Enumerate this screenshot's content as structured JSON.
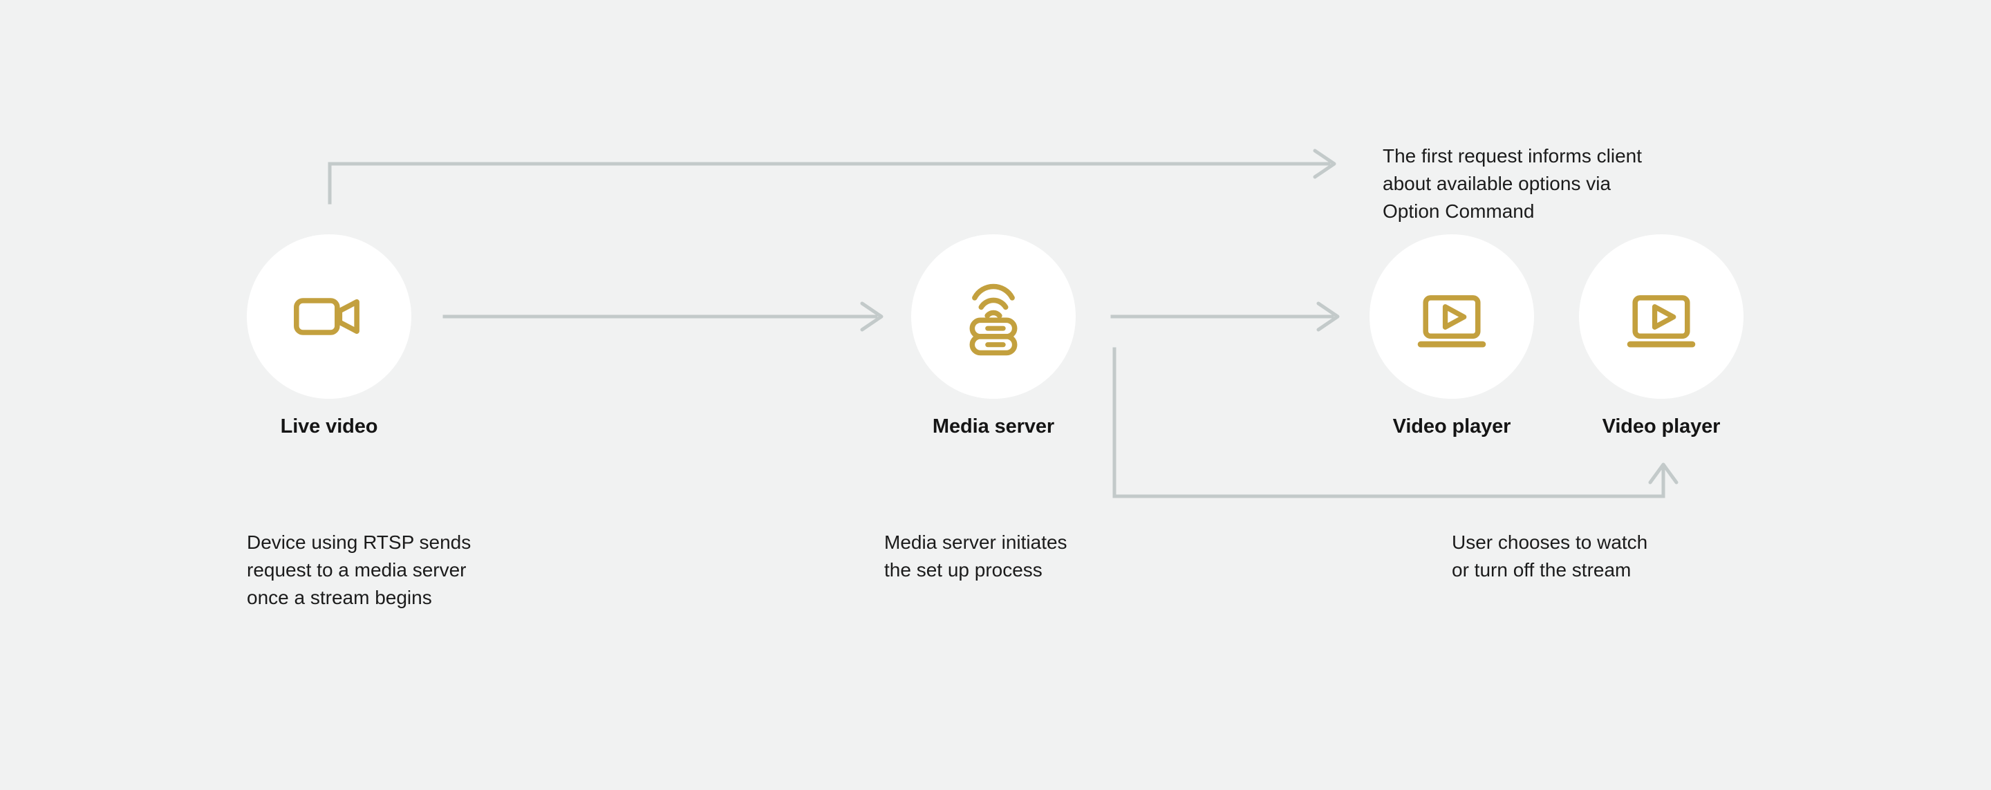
{
  "theme": {
    "background": "#f1f2f2",
    "circle_fill": "#ffffff",
    "icon_gold": "#c3a03e",
    "connector_gray": "#c3caca",
    "text_color": "#151515"
  },
  "nodes": [
    {
      "id": "live-video",
      "label": "Live video",
      "icon": "video-camera-icon"
    },
    {
      "id": "media-server",
      "label": "Media server",
      "icon": "media-server-icon"
    },
    {
      "id": "video-player-1",
      "label": "Video player",
      "icon": "video-player-icon"
    },
    {
      "id": "video-player-2",
      "label": "Video player",
      "icon": "video-player-icon"
    }
  ],
  "captions": [
    {
      "id": "option-command-note",
      "text": "The first request informs client\nabout available options via\nOption Command"
    },
    {
      "id": "live-video-note",
      "text": "Device using RTSP sends\nrequest to a media server\nonce a stream begins"
    },
    {
      "id": "media-server-note",
      "text": "Media server initiates\nthe set up process"
    },
    {
      "id": "video-player-note",
      "text": "User chooses to watch\nor turn off the stream"
    }
  ],
  "connectors": [
    {
      "id": "options-response-arrow",
      "direction": "right",
      "from": "live-video",
      "to": "option-command-note"
    },
    {
      "id": "live-video-to-media-server-arrow",
      "direction": "right",
      "from": "live-video",
      "to": "media-server"
    },
    {
      "id": "media-server-to-video-player-arrow",
      "direction": "right",
      "from": "media-server",
      "to": "video-player-1"
    },
    {
      "id": "video-player-feedback-arrow",
      "direction": "up",
      "from": "media-server",
      "to": "video-player-2"
    }
  ]
}
